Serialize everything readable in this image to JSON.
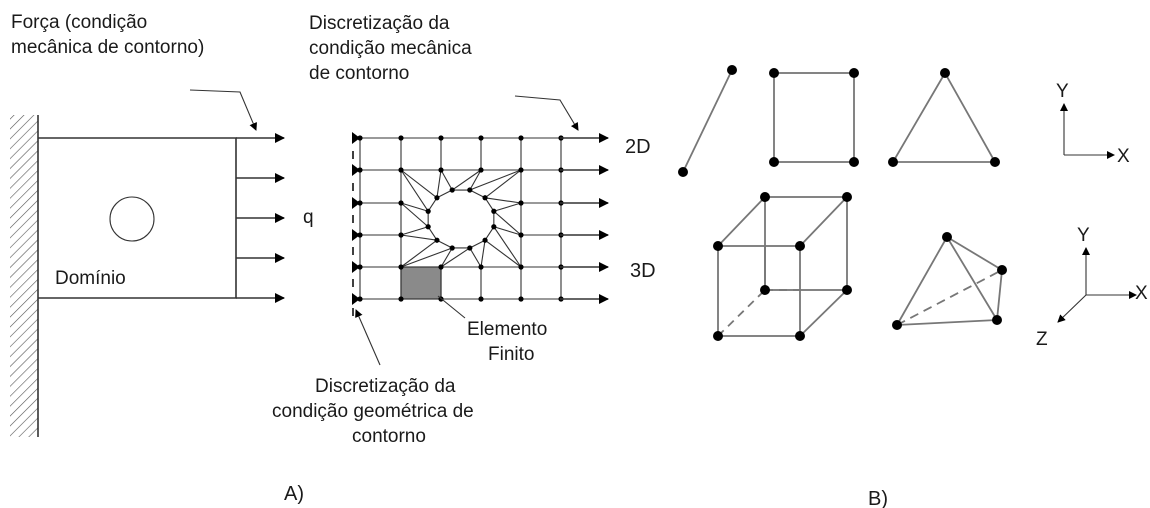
{
  "labels": {
    "force": [
      "Força (condição",
      "mecânica de contorno)"
    ],
    "mech_discretization": [
      "Discretização da",
      "condição mecânica",
      "de contorno"
    ],
    "q": "q",
    "domain": "Domínio",
    "finite_element": [
      "Elemento",
      "Finito"
    ],
    "geom_discretization": [
      "Discretização da",
      "condição geométrica de",
      "contorno"
    ],
    "part_a": "A)",
    "part_b": "B)",
    "dim_2d": "2D",
    "dim_3d": "3D",
    "axis_x_2d": "X",
    "axis_y_2d": "Y",
    "axis_x_3d": "X",
    "axis_y_3d": "Y",
    "axis_z_3d": "Z"
  },
  "colors": {
    "line": "#333333",
    "element_fill": "#8a8a8a",
    "background": "#ffffff"
  }
}
